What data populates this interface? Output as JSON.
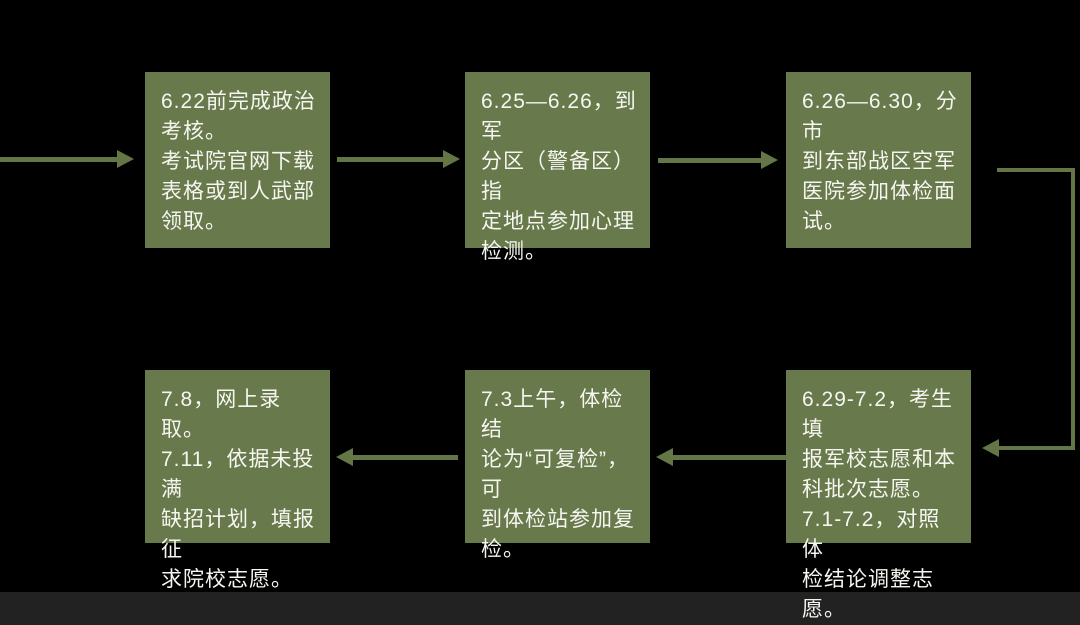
{
  "colors": {
    "background": "#000000",
    "box_fill": "#68794B",
    "arrow": "#647646",
    "box_text": "#F6F6F1"
  },
  "flowchart": {
    "boxes": [
      {
        "id": "step-1",
        "text": "6.22前完成政治\n考核。\n考试院官网下载\n表格或到人武部\n领取。"
      },
      {
        "id": "step-2",
        "text": "6.25—6.26，到军\n分区（警备区）指\n定地点参加心理\n检测。"
      },
      {
        "id": "step-3",
        "text": "6.26—6.30，分市\n到东部战区空军\n医院参加体检面\n试。"
      },
      {
        "id": "step-4",
        "text": "6.29-7.2，考生填\n报军校志愿和本\n科批次志愿。\n7.1-7.2，对照体\n检结论调整志愿。"
      },
      {
        "id": "step-5",
        "text": "7.3上午，体检结\n论为“可复检”，可\n到体检站参加复\n检。"
      },
      {
        "id": "step-6",
        "text": "7.8，网上录取。\n7.11，依据未投满\n缺招计划，填报征\n求院校志愿。"
      }
    ]
  }
}
